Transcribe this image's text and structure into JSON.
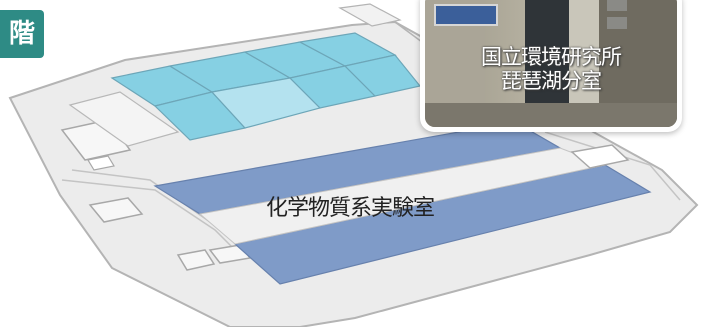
{
  "floor_tab": {
    "label": "階"
  },
  "map": {
    "room_label": "化学物質系実験室",
    "colors": {
      "floor": "#ececec",
      "floor_edge": "#b4b4b4",
      "lab_blue": "#7f9bc8",
      "lab_cyan": "#86d0e3",
      "lab_cyan_light": "#b4e2ef"
    }
  },
  "photo_card": {
    "caption_line1": "国立環境研究所",
    "caption_line2": "琵琶湖分室"
  }
}
